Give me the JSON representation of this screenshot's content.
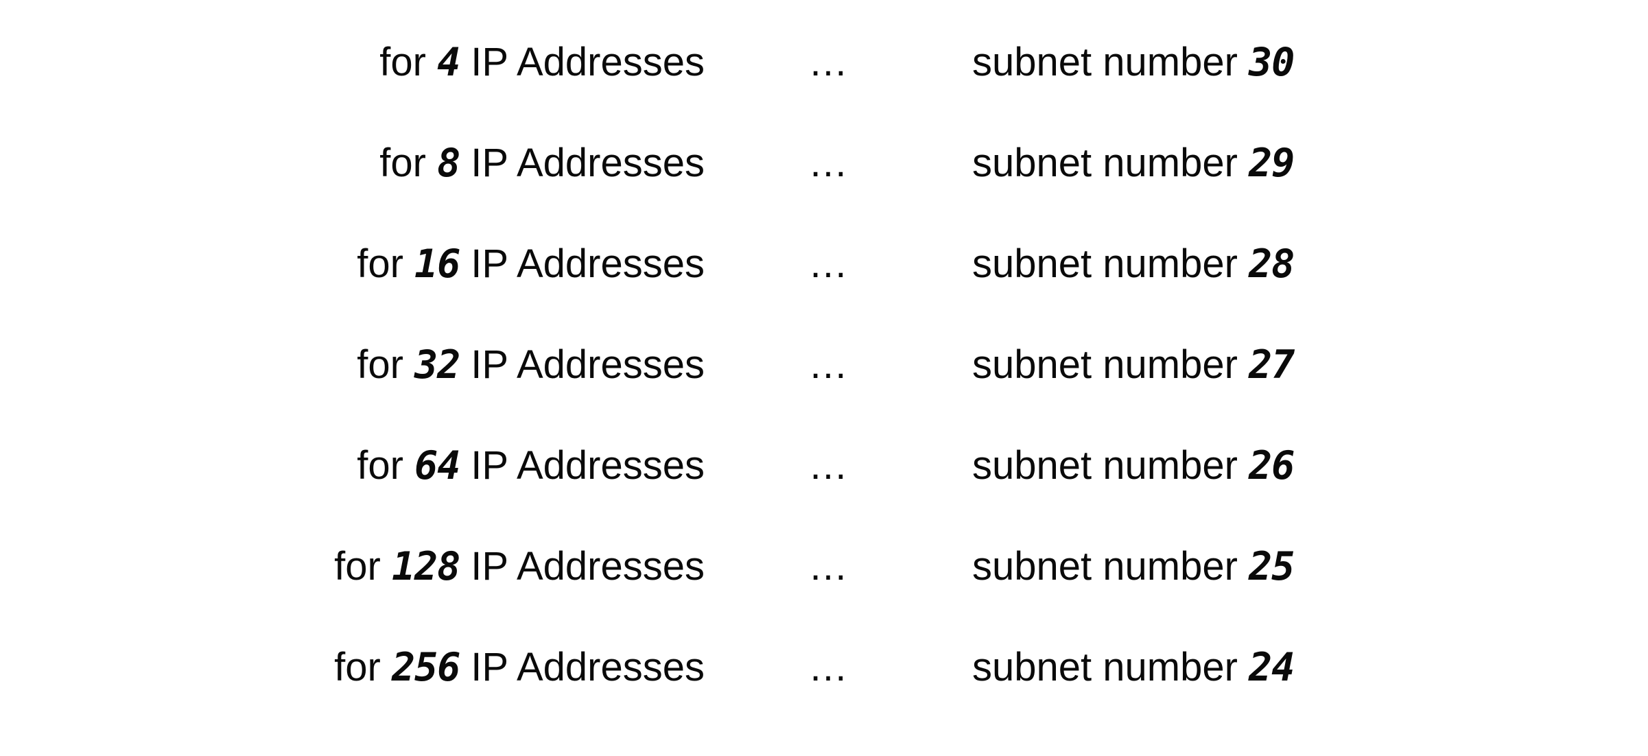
{
  "page": {
    "background_color": "#ffffff",
    "text_color": "#0a0a0a"
  },
  "subnet_table": {
    "left_prefix": "for",
    "left_suffix": "IP Addresses",
    "separator": "…",
    "right_prefix": "subnet number",
    "rows": [
      {
        "ip_addresses": "4",
        "subnet_number": "30"
      },
      {
        "ip_addresses": "8",
        "subnet_number": "29"
      },
      {
        "ip_addresses": "16",
        "subnet_number": "28"
      },
      {
        "ip_addresses": "32",
        "subnet_number": "27"
      },
      {
        "ip_addresses": "64",
        "subnet_number": "26"
      },
      {
        "ip_addresses": "128",
        "subnet_number": "25"
      },
      {
        "ip_addresses": "256",
        "subnet_number": "24"
      }
    ]
  }
}
